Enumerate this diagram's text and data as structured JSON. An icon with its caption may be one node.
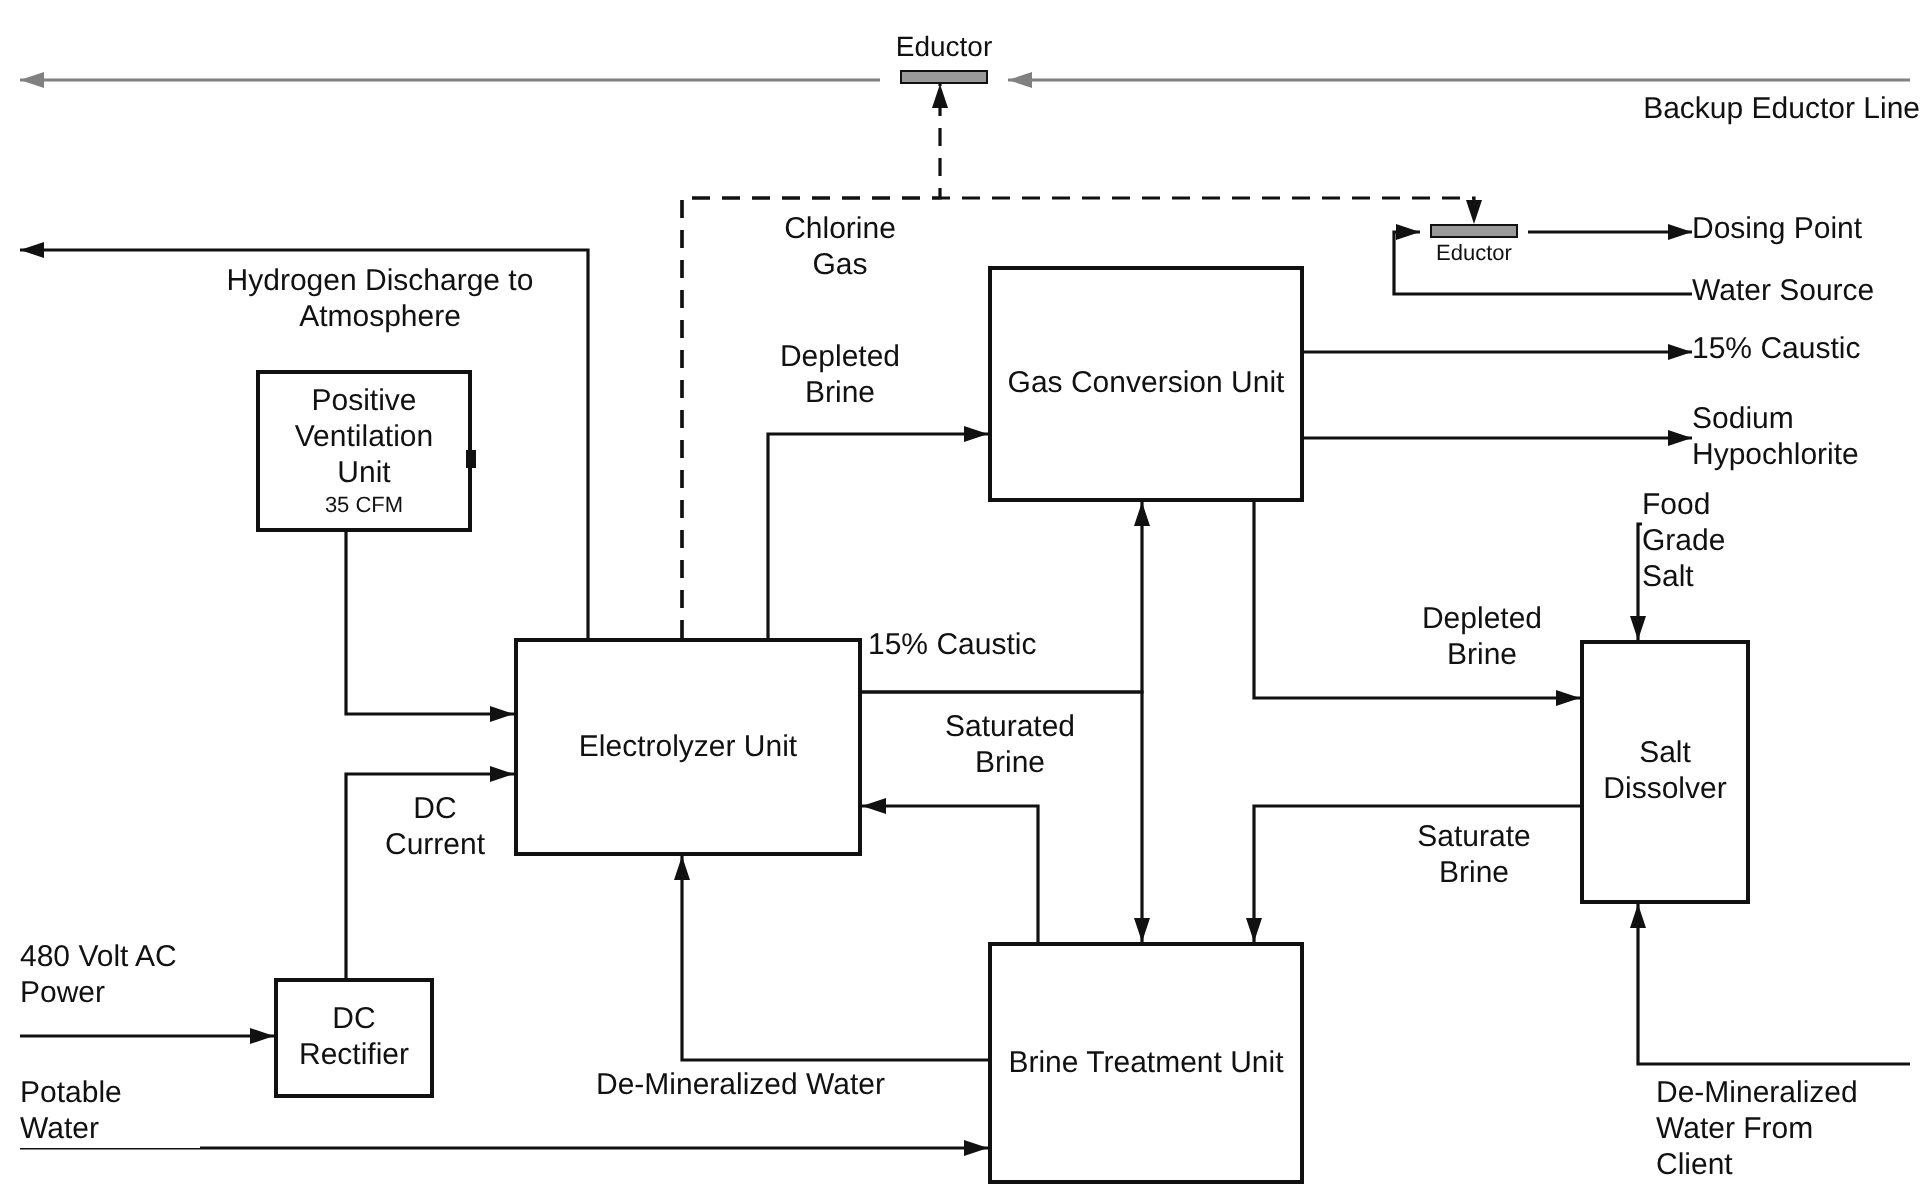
{
  "diagram": {
    "nodes": [
      {
        "text": [
          "Eductor"
        ]
      },
      {
        "text": [
          "Eductor"
        ]
      },
      {
        "text": [
          "Dosing Point"
        ]
      },
      {
        "text": [
          "Water Source"
        ]
      },
      {
        "text": [
          "Positive Ventilation Unit",
          "35 CFM"
        ]
      },
      {
        "text": [
          "Gas Conversion Unit"
        ]
      },
      {
        "text": [
          "15% Caustic"
        ]
      },
      {
        "text": [
          "Sodium Hypochlorite"
        ]
      },
      {
        "text": [
          "Food Grade Salt"
        ]
      },
      {
        "text": [
          "Electrolyzer Unit"
        ]
      },
      {
        "text": [
          "Salt Dissolver"
        ]
      },
      {
        "text": [
          "DC Rectifier"
        ]
      },
      {
        "text": [
          "Brine Treatment Unit"
        ]
      }
    ],
    "edges": [
      {
        "from": null,
        "to": 0,
        "arrow": "to",
        "label": "Backup Eductor Line",
        "color": "#808080"
      },
      {
        "from": 0,
        "to": null,
        "arrow": "to",
        "color": "#808080"
      },
      {
        "from": 9,
        "to": null,
        "arrow": "to",
        "label": "Hydrogen Discharge to Atmosphere"
      },
      {
        "from": 9,
        "to": 0,
        "arrow": "to",
        "style": "dashed"
      },
      {
        "from": 9,
        "to": 1,
        "arrow": "to",
        "style": "dashed",
        "label": "Chlorine Gas"
      },
      {
        "from": 1,
        "to": 2,
        "arrow": "to"
      },
      {
        "from": 3,
        "to": 1,
        "arrow": "to"
      },
      {
        "from": 5,
        "to": 6,
        "arrow": "to"
      },
      {
        "from": 5,
        "to": 7,
        "arrow": "to"
      },
      {
        "from": 8,
        "to": 10,
        "arrow": "to"
      },
      {
        "from": 4,
        "to": 9,
        "arrow": "to"
      },
      {
        "from": 9,
        "to": 5,
        "arrow": "to",
        "label": "Depleted Brine"
      },
      {
        "from": 9,
        "to": 5,
        "arrow": "to",
        "label": "15% Caustic"
      },
      {
        "from": 9,
        "to": 12,
        "arrow": "to"
      },
      {
        "from": 5,
        "to": 10,
        "arrow": "to",
        "label": "Depleted Brine"
      },
      {
        "from": 10,
        "to": 12,
        "arrow": "to",
        "label": "Saturate Brine"
      },
      {
        "from": 12,
        "to": 9,
        "arrow": "to",
        "label": "Saturated Brine"
      },
      {
        "from": 11,
        "to": 9,
        "arrow": "to",
        "label": "DC Current"
      },
      {
        "from": null,
        "to": 11,
        "arrow": "to",
        "label": "480 Volt AC Power"
      },
      {
        "from": 12,
        "to": 9,
        "arrow": "to",
        "label": "De-Mineralized Water"
      },
      {
        "from": null,
        "to": 12,
        "arrow": "to",
        "label": "Potable Water"
      },
      {
        "from": null,
        "to": 10,
        "arrow": "to",
        "label": "De-Mineralized Water From Client"
      }
    ]
  }
}
